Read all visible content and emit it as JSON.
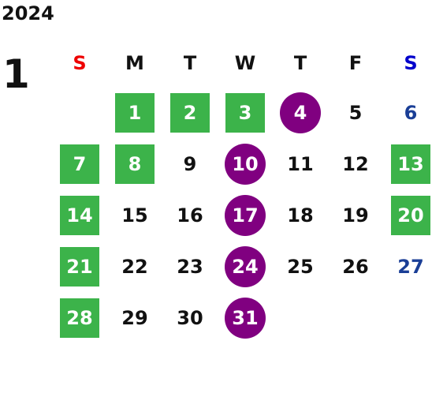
{
  "year": "2024",
  "month": "1",
  "weekdays": [
    {
      "label": "S",
      "color": "#ee0000"
    },
    {
      "label": "M",
      "color": "#111111"
    },
    {
      "label": "T",
      "color": "#111111"
    },
    {
      "label": "W",
      "color": "#111111"
    },
    {
      "label": "T",
      "color": "#111111"
    },
    {
      "label": "F",
      "color": "#111111"
    },
    {
      "label": "S",
      "color": "#0000cc"
    }
  ],
  "colors": {
    "green_square": "#3cb34a",
    "purple_circle": "#800080",
    "saturday_text": "#1a3e96"
  },
  "days": [
    {
      "n": "1",
      "col": 2,
      "style": "sq"
    },
    {
      "n": "2",
      "col": 3,
      "style": "sq"
    },
    {
      "n": "3",
      "col": 4,
      "style": "sq"
    },
    {
      "n": "4",
      "col": 5,
      "style": "circ"
    },
    {
      "n": "5",
      "col": 6,
      "style": ""
    },
    {
      "n": "6",
      "col": 7,
      "style": "sat"
    },
    {
      "n": "7",
      "col": 1,
      "style": "sq"
    },
    {
      "n": "8",
      "col": 2,
      "style": "sq"
    },
    {
      "n": "9",
      "col": 3,
      "style": ""
    },
    {
      "n": "10",
      "col": 4,
      "style": "circ"
    },
    {
      "n": "11",
      "col": 5,
      "style": ""
    },
    {
      "n": "12",
      "col": 6,
      "style": ""
    },
    {
      "n": "13",
      "col": 7,
      "style": "sq"
    },
    {
      "n": "14",
      "col": 1,
      "style": "sq"
    },
    {
      "n": "15",
      "col": 2,
      "style": ""
    },
    {
      "n": "16",
      "col": 3,
      "style": ""
    },
    {
      "n": "17",
      "col": 4,
      "style": "circ"
    },
    {
      "n": "18",
      "col": 5,
      "style": ""
    },
    {
      "n": "19",
      "col": 6,
      "style": ""
    },
    {
      "n": "20",
      "col": 7,
      "style": "sq"
    },
    {
      "n": "21",
      "col": 1,
      "style": "sq"
    },
    {
      "n": "22",
      "col": 2,
      "style": ""
    },
    {
      "n": "23",
      "col": 3,
      "style": ""
    },
    {
      "n": "24",
      "col": 4,
      "style": "circ"
    },
    {
      "n": "25",
      "col": 5,
      "style": ""
    },
    {
      "n": "26",
      "col": 6,
      "style": ""
    },
    {
      "n": "27",
      "col": 7,
      "style": "sat"
    },
    {
      "n": "28",
      "col": 1,
      "style": "sq"
    },
    {
      "n": "29",
      "col": 2,
      "style": ""
    },
    {
      "n": "30",
      "col": 3,
      "style": ""
    },
    {
      "n": "31",
      "col": 4,
      "style": "circ"
    }
  ]
}
